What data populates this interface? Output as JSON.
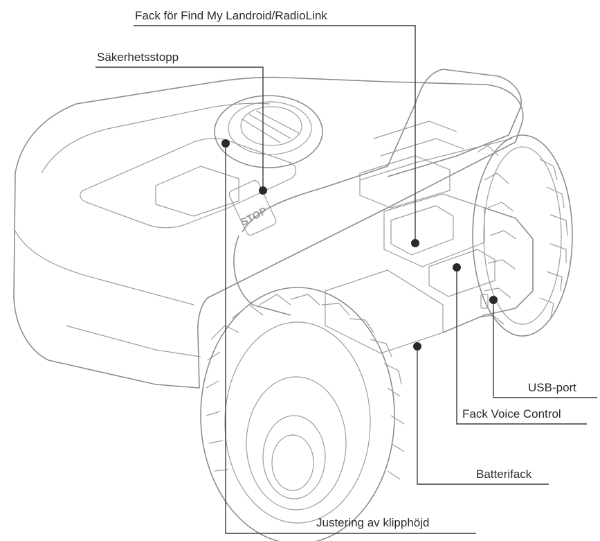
{
  "labels": {
    "find_my": "Fack för Find My Landroid/RadioLink",
    "safety_stop": "Säkerhetsstopp",
    "usb_port": "USB-port",
    "voice_control": "Fack Voice Control",
    "battery": "Batterifack",
    "cut_height": "Justering av klipphöjd"
  },
  "stop_button_text": "STOP"
}
